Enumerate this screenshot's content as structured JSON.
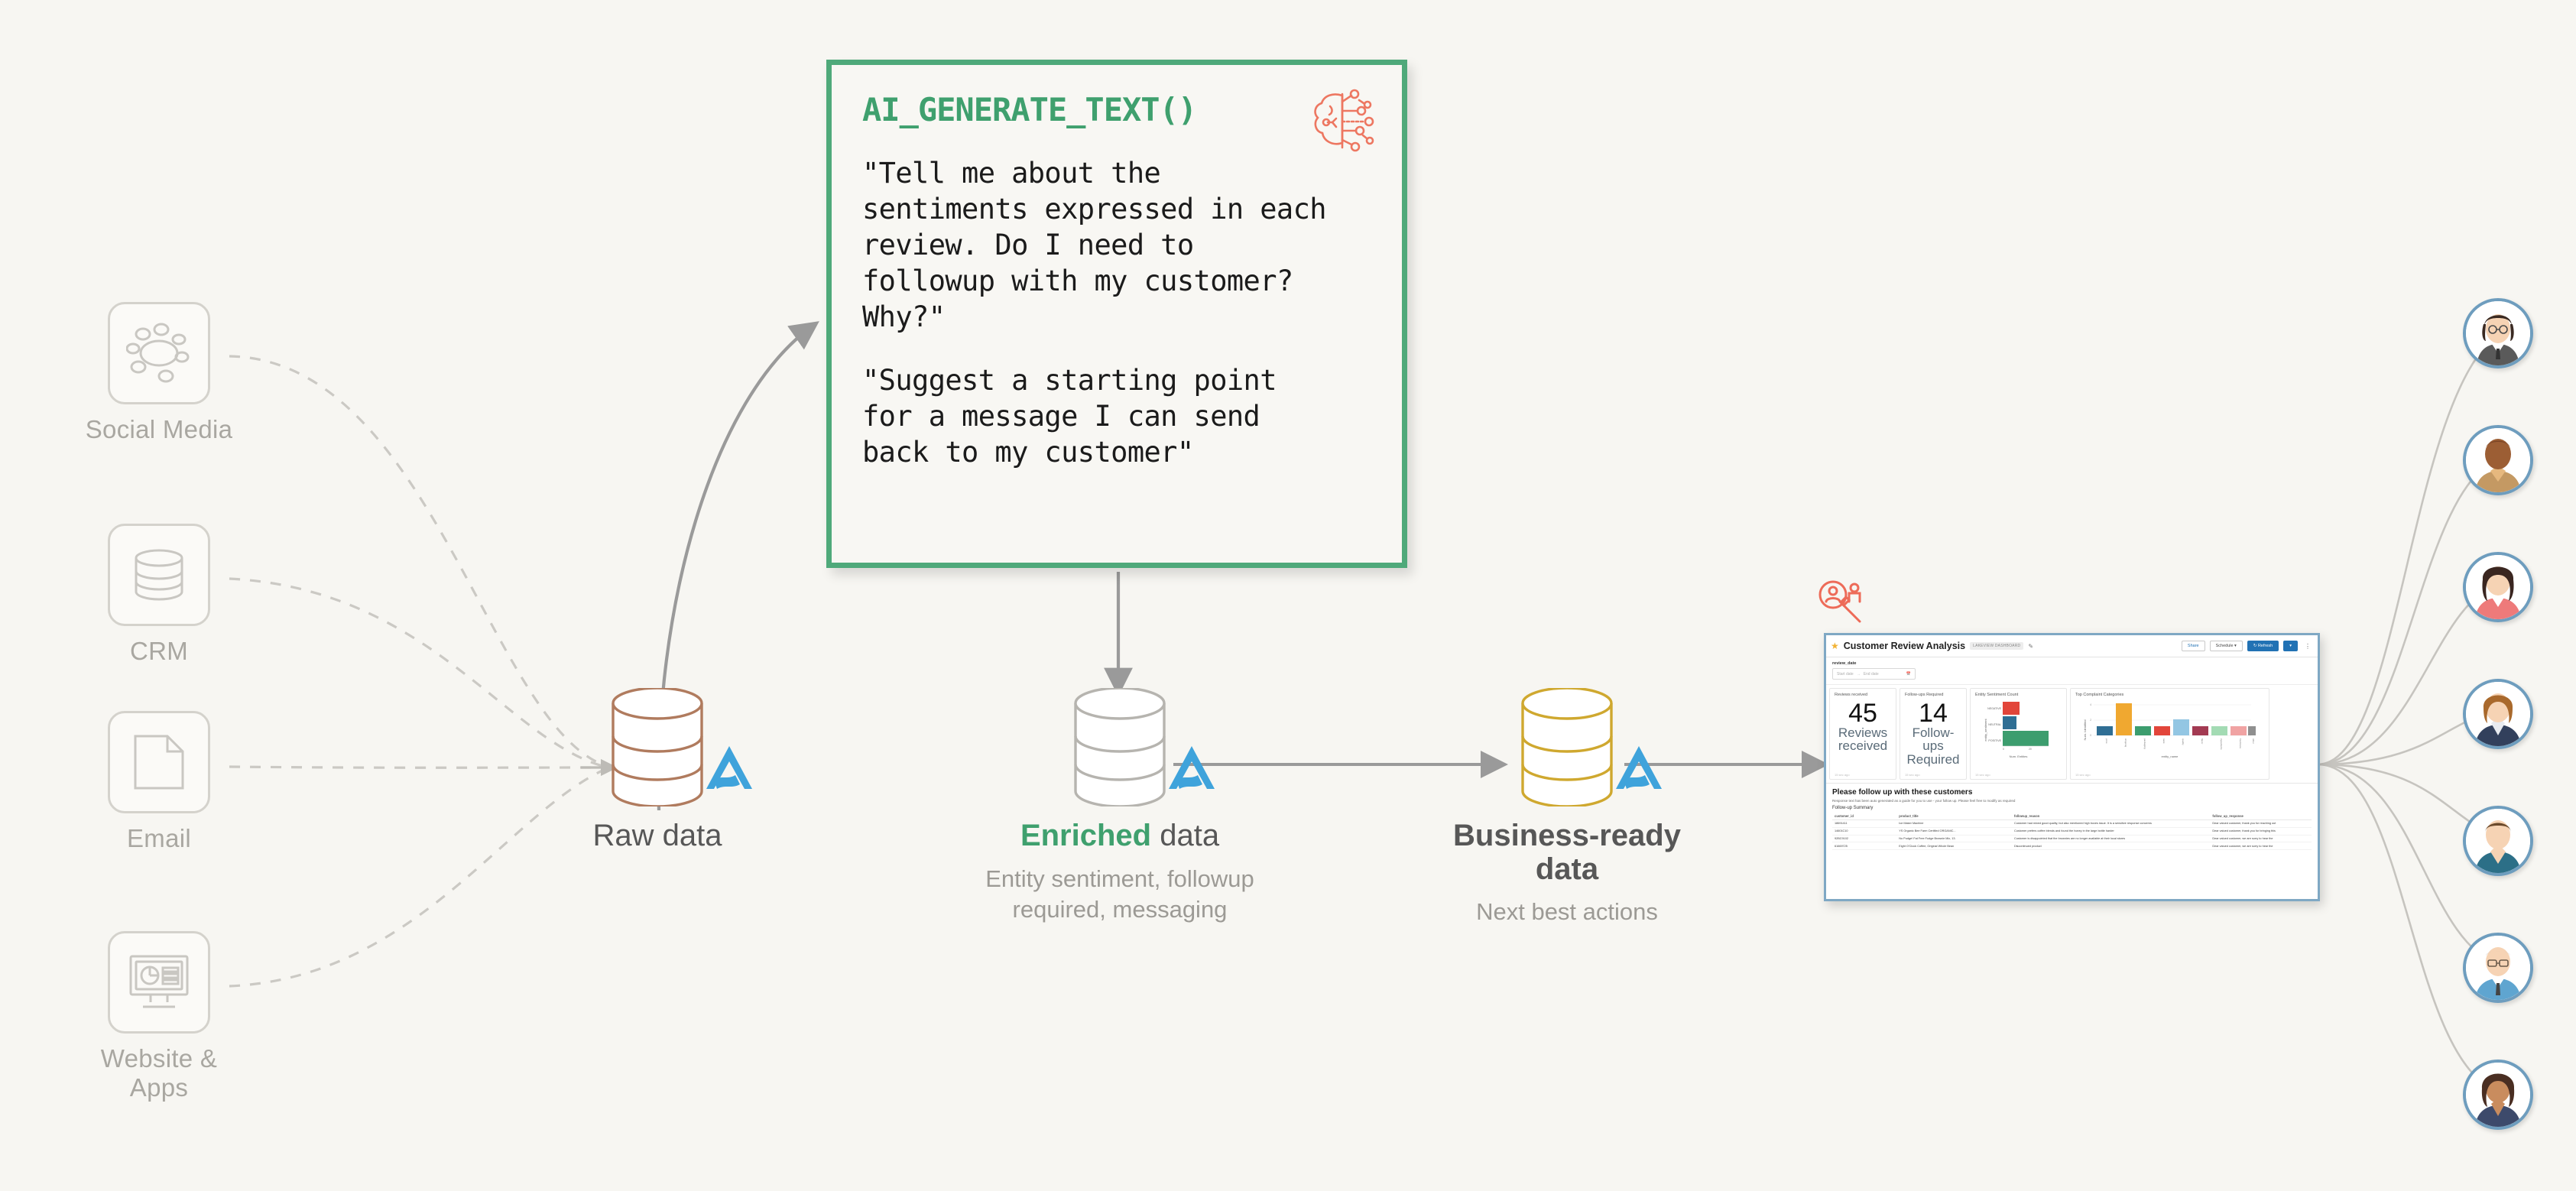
{
  "canvas": {
    "background": "#F7F6F2"
  },
  "sources": {
    "items": [
      {
        "label": "Social Media",
        "icon": "social-network-icon"
      },
      {
        "label": "CRM",
        "icon": "database-icon"
      },
      {
        "label": "Email",
        "icon": "document-icon"
      },
      {
        "label": "Website & Apps",
        "icon": "monitor-dashboard-icon"
      }
    ]
  },
  "ai_card": {
    "title": "AI_GENERATE_TEXT()",
    "icon": "brain-ai-icon",
    "accent": "#3FA06E",
    "prompt_1": "\"Tell me about the\nsentiments expressed in each\nreview. Do I need to\nfollowup with my customer?\nWhy?\"",
    "prompt_2": "\"Suggest a starting point\nfor a message I can send\nback to my customer\""
  },
  "pipeline": {
    "stages": [
      {
        "name": "raw",
        "label_plain": "Raw data",
        "label_highlight": "",
        "sub": "",
        "cylinder_color": "#B07B5E",
        "logo": "databricks-logo"
      },
      {
        "name": "enriched",
        "label_plain": " data",
        "label_highlight": "Enriched",
        "sub": "Entity sentiment, followup\nrequired, messaging",
        "cylinder_color": "#B6B4AF",
        "logo": "databricks-logo"
      },
      {
        "name": "business",
        "label_plain": "Business-ready\ndata",
        "label_highlight": "",
        "sub": "Next best actions",
        "cylinder_color": "#CFA82F",
        "logo": "databricks-logo"
      }
    ]
  },
  "dashboard": {
    "top_icon": "customer-search-icon",
    "star": "★",
    "title": "Customer Review Analysis",
    "chip": "LAKEVIEW DASHBOARD",
    "edit_icon": "pencil-icon",
    "buttons": {
      "share": "Share",
      "schedule": "Schedule ▾",
      "refresh": "↻ Refresh",
      "refresh_caret": "▾",
      "kebab": "⋮"
    },
    "filter": {
      "label": "review_date",
      "start": "Start date",
      "arrow": "→",
      "end": "End date",
      "icon": "calendar-icon"
    },
    "kpis": [
      {
        "title": "Reviews received",
        "value": "45",
        "caption": "Reviews received",
        "footer": "15 sec ago"
      },
      {
        "title": "Follow-ups Required",
        "value": "14",
        "caption": "Follow-ups Required",
        "footer": "15 sec ago"
      }
    ],
    "banner": {
      "heading": "Please follow up with these customers",
      "sub": "Response text has been auto generated as a guide for you to use - your follow up. Please feel free to modify as required"
    },
    "table": {
      "title": "Follow-up Summary",
      "columns": [
        "customer_id",
        "product_title",
        "followup_reason",
        "follow_up_response"
      ],
      "rows": [
        [
          "18691411",
          "Ice Maker Machine",
          "Customer had mixed good quality, but also mentioned high boxes issue. It is a sensitive response concerns",
          "Dear valued customer, thank you for reaching out"
        ],
        [
          "14601C10",
          "YS Organic Bee Farm Certified ORGANIC...",
          "Customer prefers coffee blends and found the honey in the large bottle harder",
          "Dear valued customer, thank you for bringing this"
        ],
        [
          "92BC9102",
          "No Pudge! Fat Free Fudge Brownie Mix, 13.",
          "Customer is disappointed that the brownies are no longer available at their local stores",
          "Dear valued customer, we are sorry to hear the"
        ],
        [
          "61669725",
          "Eight O'Clock Coffee, Original Whole Bean",
          "Discontinued product",
          "Dear valued customer, we are sorry to hear the"
        ]
      ]
    },
    "chart_data": [
      {
        "type": "bar",
        "orientation": "horizontal",
        "title": "Entity Sentiment Count",
        "categories": [
          "NEGATIVE",
          "NEUTRAL",
          "POSITIVE"
        ],
        "values": [
          8,
          7,
          21
        ],
        "colors": [
          "#E2453A",
          "#2F6E94",
          "#3C9D6E"
        ],
        "xlabel": "Num. Entities",
        "ylabel": "entity_sentiment",
        "xticks": [
          "0",
          "20"
        ],
        "xlim": [
          0,
          24
        ],
        "footer": "15 sec ago"
      },
      {
        "type": "bar",
        "orientation": "vertical",
        "title": "Top Complaint Categories",
        "categories": [
          "price",
          "shipping",
          "packaging",
          "taste",
          "quality",
          "flavor",
          "ingredients",
          "freshness",
          "other"
        ],
        "values": [
          1,
          4,
          1,
          1,
          2,
          1,
          1,
          1,
          1
        ],
        "colors": [
          "#2F6E94",
          "#F0A830",
          "#3C9D6E",
          "#E2453A",
          "#93C6E3",
          "#A33A52",
          "#A3DBB4",
          "#F0A3A3",
          "#8F8F8F"
        ],
        "xlabel": "entity_name",
        "ylabel": "Num. Identified",
        "yticks": [
          "0",
          "2",
          "4"
        ],
        "ylim": [
          0,
          4.4
        ],
        "footer": "15 sec ago"
      }
    ]
  },
  "audience": {
    "count": 7,
    "items": [
      {
        "name": "avatar-person-1"
      },
      {
        "name": "avatar-person-2"
      },
      {
        "name": "avatar-person-3"
      },
      {
        "name": "avatar-person-4"
      },
      {
        "name": "avatar-person-5"
      },
      {
        "name": "avatar-person-6"
      },
      {
        "name": "avatar-person-7"
      }
    ]
  }
}
